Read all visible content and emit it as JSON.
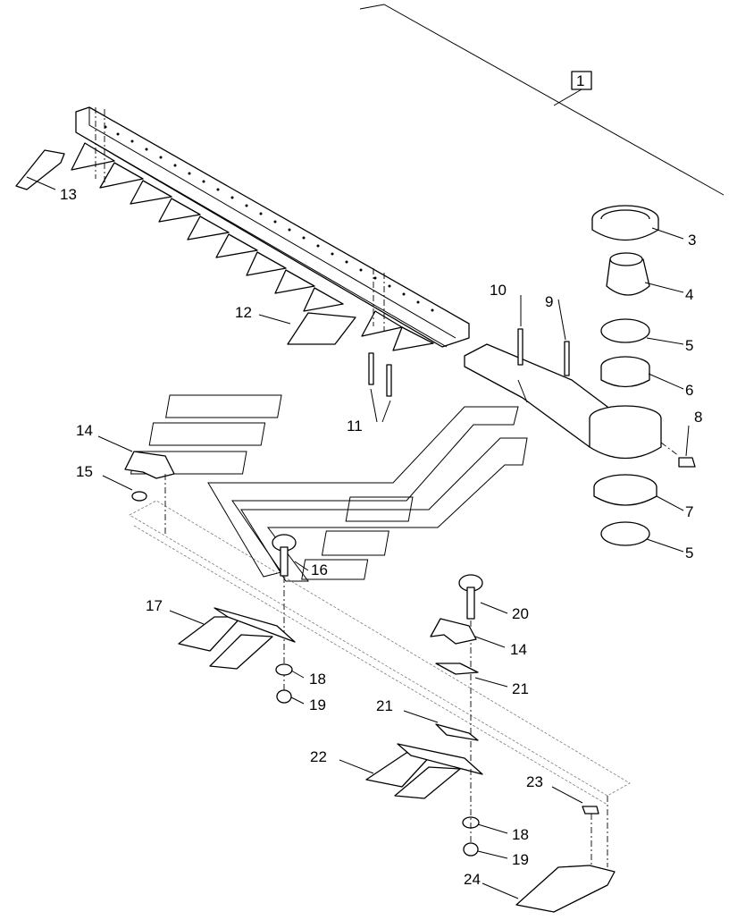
{
  "callouts": {
    "c1": "1",
    "c3": "3",
    "c4": "4",
    "c5a": "5",
    "c6": "6",
    "c7": "7",
    "c5b": "5",
    "c8": "8",
    "c9": "9",
    "c10": "10",
    "c11": "11",
    "c12": "12",
    "c13": "13",
    "c14a": "14",
    "c15": "15",
    "c16": "16",
    "c17": "17",
    "c18a": "18",
    "c19a": "19",
    "c20": "20",
    "c14b": "14",
    "c21a": "21",
    "c21b": "21",
    "c22": "22",
    "c23": "23",
    "c18b": "18",
    "c19b": "19",
    "c24": "24"
  }
}
